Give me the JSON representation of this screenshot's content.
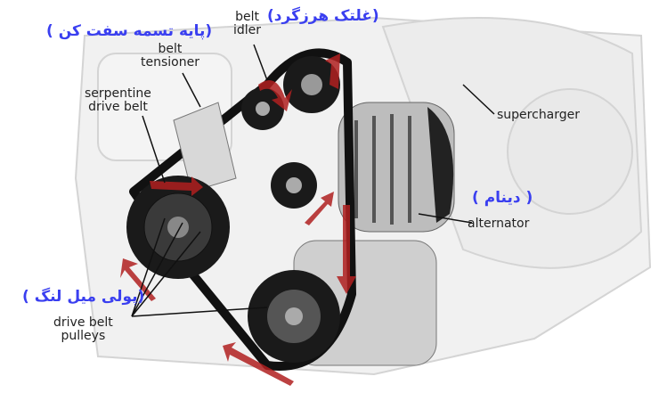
{
  "labels": {
    "belt_idler": "belt\nidler",
    "belt_idler_fa": "(غلتک هرزگرد)",
    "belt_tensioner": "belt\ntensioner",
    "belt_tensioner_fa": "(پایه تسمه سفت کن )",
    "serpentine_drive_belt": "serpentine\ndrive belt",
    "supercharger": "supercharger",
    "alternator": "alternator",
    "alternator_fa": "( دینام )",
    "drive_belt_pulleys": "drive belt\npulleys",
    "drive_belt_pulleys_fa": "(پولی میل لنگ )"
  },
  "colors": {
    "persian_label": "#3a3ff0",
    "arrow": "#b02020",
    "belt": "#111111"
  }
}
